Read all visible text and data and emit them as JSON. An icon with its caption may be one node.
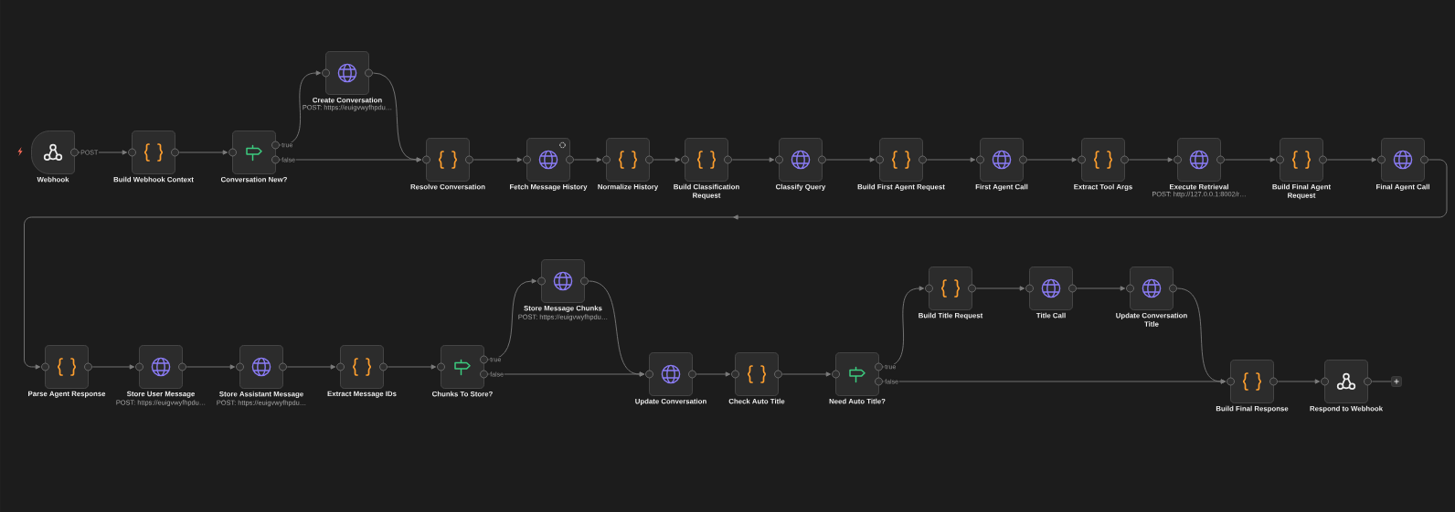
{
  "diagram": {
    "nodes": [
      {
        "text": [
          "Webhook"
        ]
      },
      {
        "text": [
          "Build Webhook Context"
        ]
      },
      {
        "text": [
          "Conversation New?"
        ]
      },
      {
        "text": [
          "Create Conversation",
          "POST: https://euigvwyfhpdu…"
        ]
      },
      {
        "text": [
          "Resolve Conversation"
        ]
      },
      {
        "text": [
          "Fetch Message History"
        ]
      },
      {
        "text": [
          "Normalize History"
        ]
      },
      {
        "text": [
          "Build Classification Request"
        ]
      },
      {
        "text": [
          "Classify Query"
        ]
      },
      {
        "text": [
          "Build First Agent Request"
        ]
      },
      {
        "text": [
          "First Agent Call"
        ]
      },
      {
        "text": [
          "Extract Tool Args"
        ]
      },
      {
        "text": [
          "Execute Retrieval",
          "POST: http://127.0.0.1:8002/r…"
        ]
      },
      {
        "text": [
          "Build Final Agent Request"
        ]
      },
      {
        "text": [
          "Final Agent Call"
        ]
      },
      {
        "text": [
          "Parse Agent Response"
        ]
      },
      {
        "text": [
          "Store User Message",
          "POST: https://euigvwyfhpdu…"
        ]
      },
      {
        "text": [
          "Store Assistant Message",
          "POST: https://euigvwyfhpdu…"
        ]
      },
      {
        "text": [
          "Extract Message IDs"
        ]
      },
      {
        "text": [
          "Chunks To Store?"
        ]
      },
      {
        "text": [
          "Store Message Chunks",
          "POST: https://euigvwyfhpdu…"
        ]
      },
      {
        "text": [
          "Update Conversation"
        ]
      },
      {
        "text": [
          "Check Auto Title"
        ]
      },
      {
        "text": [
          "Need Auto Title?"
        ]
      },
      {
        "text": [
          "Build Title Request"
        ]
      },
      {
        "text": [
          "Title Call"
        ]
      },
      {
        "text": [
          "Update Conversation Title"
        ]
      },
      {
        "text": [
          "Build Final Response"
        ]
      },
      {
        "text": [
          "Respond to Webhook"
        ]
      },
      {
        "text": [],
        "shape": "box"
      }
    ],
    "edges": [
      {
        "from": 0,
        "to": 1,
        "arrow": "to",
        "label": "POST"
      },
      {
        "from": 1,
        "to": 2,
        "arrow": "to"
      },
      {
        "from": 2,
        "to": 3,
        "arrow": "to",
        "label": "true"
      },
      {
        "from": 2,
        "to": 4,
        "arrow": "to",
        "label": "false"
      },
      {
        "from": 3,
        "to": 4,
        "arrow": "to"
      },
      {
        "from": 4,
        "to": 5,
        "arrow": "to"
      },
      {
        "from": 5,
        "to": 6,
        "arrow": "to"
      },
      {
        "from": 6,
        "to": 7,
        "arrow": "to"
      },
      {
        "from": 7,
        "to": 8,
        "arrow": "to"
      },
      {
        "from": 8,
        "to": 9,
        "arrow": "to"
      },
      {
        "from": 9,
        "to": 10,
        "arrow": "to"
      },
      {
        "from": 10,
        "to": 11,
        "arrow": "to"
      },
      {
        "from": 11,
        "to": 12,
        "arrow": "to"
      },
      {
        "from": 12,
        "to": 13,
        "arrow": "to"
      },
      {
        "from": 13,
        "to": 14,
        "arrow": "to"
      },
      {
        "from": 14,
        "to": 15,
        "arrow": "to"
      },
      {
        "from": 15,
        "to": 16,
        "arrow": "to"
      },
      {
        "from": 16,
        "to": 17,
        "arrow": "to"
      },
      {
        "from": 17,
        "to": 18,
        "arrow": "to"
      },
      {
        "from": 18,
        "to": 19,
        "arrow": "to"
      },
      {
        "from": 19,
        "to": 20,
        "arrow": "to",
        "label": "true"
      },
      {
        "from": 19,
        "to": 21,
        "arrow": "to",
        "label": "false"
      },
      {
        "from": 20,
        "to": 21,
        "arrow": "to"
      },
      {
        "from": 21,
        "to": 22,
        "arrow": "to"
      },
      {
        "from": 22,
        "to": 23,
        "arrow": "to"
      },
      {
        "from": 23,
        "to": 24,
        "arrow": "to",
        "label": "true"
      },
      {
        "from": 23,
        "to": 27,
        "arrow": "to",
        "label": "false"
      },
      {
        "from": 24,
        "to": 25,
        "arrow": "to"
      },
      {
        "from": 25,
        "to": 26,
        "arrow": "to"
      },
      {
        "from": 26,
        "to": 27,
        "arrow": "to"
      },
      {
        "from": 27,
        "to": 28,
        "arrow": "to"
      },
      {
        "from": 28,
        "to": 29,
        "arrow": "none"
      }
    ]
  }
}
